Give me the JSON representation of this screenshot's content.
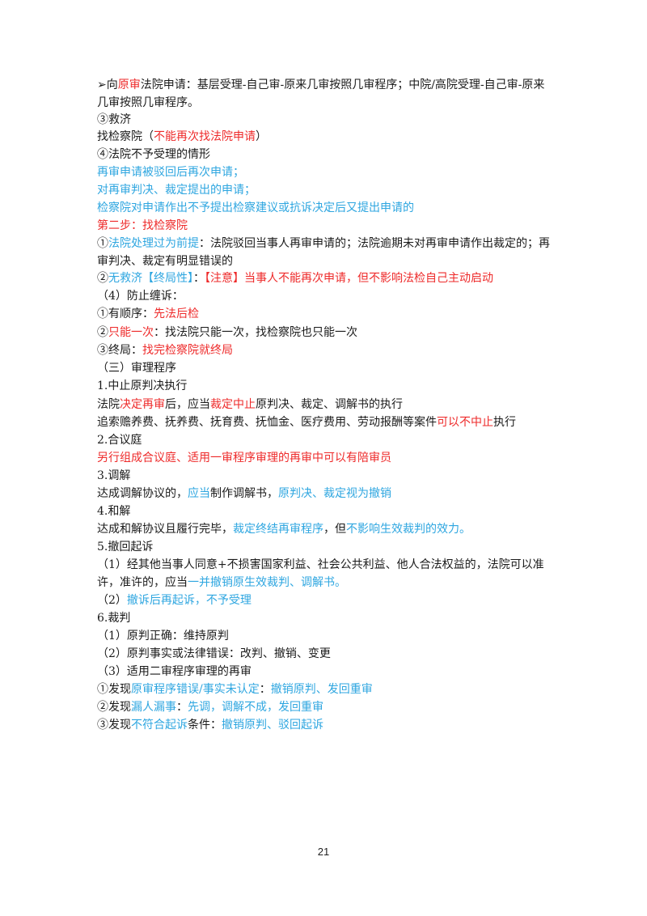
{
  "lines": [
    [
      {
        "t": "➢向",
        "c": ""
      },
      {
        "t": "原审",
        "c": "r"
      },
      {
        "t": "法院申请：基层受理-自己审-原来几审按照几审程序；中院/高院受理-自己审-原来几审按照几审程序。",
        "c": ""
      }
    ],
    [
      {
        "t": "③救济",
        "c": ""
      }
    ],
    [
      {
        "t": "找检察院（",
        "c": ""
      },
      {
        "t": "不能再次找法院申请",
        "c": "r"
      },
      {
        "t": "）",
        "c": ""
      }
    ],
    [
      {
        "t": "④法院不予受理的情形",
        "c": ""
      }
    ],
    [
      {
        "t": "再审申请被驳回后再次申请；",
        "c": "b"
      }
    ],
    [
      {
        "t": "对再审判决、裁定提出的申请；",
        "c": "b"
      }
    ],
    [
      {
        "t": "检察院对申请作出不予提出检察建议或抗诉决定后又提出申请的",
        "c": "b"
      }
    ],
    [
      {
        "t": "第二步：找检察院",
        "c": "r"
      }
    ],
    [
      {
        "t": "①",
        "c": ""
      },
      {
        "t": "法院处理过为前提",
        "c": "b"
      },
      {
        "t": "：法院驳回当事人再审申请的；法院逾期未对再审申请作出裁定的；再审判决、裁定有明显错误的",
        "c": ""
      }
    ],
    [
      {
        "t": "②",
        "c": ""
      },
      {
        "t": "无救济【终局性】",
        "c": "b"
      },
      {
        "t": "：",
        "c": ""
      },
      {
        "t": "【注意】当事人不能再次申请，但不影响法检自己主动启动",
        "c": "r"
      }
    ],
    [
      {
        "t": "（4）防止缠诉：",
        "c": ""
      }
    ],
    [
      {
        "t": "①有顺序：",
        "c": ""
      },
      {
        "t": "先法后检",
        "c": "r"
      }
    ],
    [
      {
        "t": "②",
        "c": ""
      },
      {
        "t": "只能一次",
        "c": "r"
      },
      {
        "t": "：找法院只能一次，找检察院也只能一次",
        "c": ""
      }
    ],
    [
      {
        "t": "③终局：",
        "c": ""
      },
      {
        "t": "找完检察院就终局",
        "c": "r"
      }
    ],
    [
      {
        "t": "（三）审理程序",
        "c": ""
      }
    ],
    [
      {
        "t": "1.中止原判决执行",
        "c": ""
      }
    ],
    [
      {
        "t": "法院",
        "c": ""
      },
      {
        "t": "决定再审",
        "c": "r"
      },
      {
        "t": "后，应当",
        "c": ""
      },
      {
        "t": "裁定中止",
        "c": "r"
      },
      {
        "t": "原判决、裁定、调解书的执行",
        "c": ""
      }
    ],
    [
      {
        "t": "追索赡养费、抚养费、抚育费、抚恤金、医疗费用、劳动报酬等案件",
        "c": ""
      },
      {
        "t": "可以不中止",
        "c": "r"
      },
      {
        "t": "执行",
        "c": ""
      }
    ],
    [
      {
        "t": "2.合议庭",
        "c": ""
      }
    ],
    [
      {
        "t": "另行组成合议庭、适用一审程序审理的再审中可以有陪审员",
        "c": "r"
      }
    ],
    [
      {
        "t": "3.调解",
        "c": ""
      }
    ],
    [
      {
        "t": "达成调解协议的，",
        "c": ""
      },
      {
        "t": "应当",
        "c": "b"
      },
      {
        "t": "制作调解书，",
        "c": ""
      },
      {
        "t": "原判决、裁定视为撤销",
        "c": "b"
      }
    ],
    [
      {
        "t": "4.和解",
        "c": ""
      }
    ],
    [
      {
        "t": "达成和解协议且履行完毕，",
        "c": ""
      },
      {
        "t": "裁定终结再审程序",
        "c": "b"
      },
      {
        "t": "，但",
        "c": ""
      },
      {
        "t": "不影响生效裁判的效力。",
        "c": "b"
      }
    ],
    [
      {
        "t": "5.撤回起诉",
        "c": ""
      }
    ],
    [
      {
        "t": "（1）经其他当事人同意+不损害国家利益、社会公共利益、他人合法权益的，法院可以准许，准许的，应当",
        "c": ""
      },
      {
        "t": "一并撤销原生效裁判、调解书。",
        "c": "b"
      }
    ],
    [
      {
        "t": "（2）",
        "c": ""
      },
      {
        "t": "撤诉后再起诉，不予受理",
        "c": "b"
      }
    ],
    [
      {
        "t": "6.裁判",
        "c": ""
      }
    ],
    [
      {
        "t": "（1）原判正确：维持原判",
        "c": ""
      }
    ],
    [
      {
        "t": "（2）原判事实或法律错误：改判、撤销、变更",
        "c": ""
      }
    ],
    [
      {
        "t": "（3）适用二审程序审理的再审",
        "c": ""
      }
    ],
    [
      {
        "t": "①发现",
        "c": ""
      },
      {
        "t": "原审程序错误/事实未认定",
        "c": "b"
      },
      {
        "t": "：",
        "c": ""
      },
      {
        "t": "撤销原判、发回重审",
        "c": "b"
      }
    ],
    [
      {
        "t": "②发现",
        "c": ""
      },
      {
        "t": "漏人漏事",
        "c": "b"
      },
      {
        "t": "：",
        "c": ""
      },
      {
        "t": "先调，调解不成，发回重审",
        "c": "b"
      }
    ],
    [
      {
        "t": "③发现",
        "c": ""
      },
      {
        "t": "不符合起诉",
        "c": "b"
      },
      {
        "t": "条件：",
        "c": ""
      },
      {
        "t": "撤销原判、驳回起诉",
        "c": "b"
      }
    ]
  ],
  "page_number": "21"
}
